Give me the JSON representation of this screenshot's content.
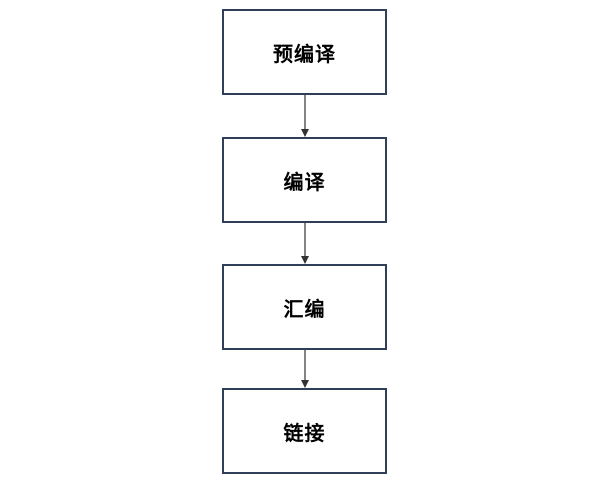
{
  "flowchart": {
    "steps": [
      {
        "id": "preprocess",
        "label": "预编译"
      },
      {
        "id": "compile",
        "label": "编译"
      },
      {
        "id": "assemble",
        "label": "汇编"
      },
      {
        "id": "link",
        "label": "链接"
      }
    ],
    "edges": [
      {
        "from": "preprocess",
        "to": "compile"
      },
      {
        "from": "compile",
        "to": "assemble"
      },
      {
        "from": "assemble",
        "to": "link"
      }
    ]
  },
  "colors": {
    "box_border": "#2f3f57",
    "arrow": "#333333",
    "background": "#ffffff"
  }
}
